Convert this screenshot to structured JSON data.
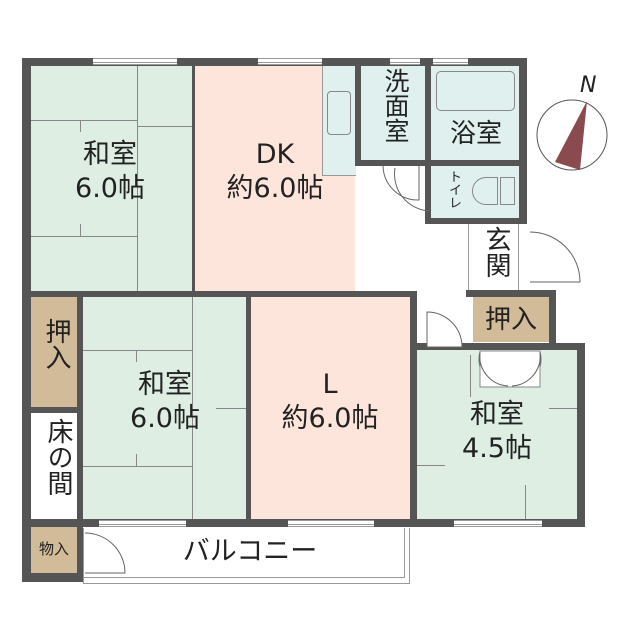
{
  "floorplan": {
    "rooms": [
      {
        "id": "washitsu-nw",
        "name": "和室",
        "size": "6.0帖",
        "type": "tatami"
      },
      {
        "id": "dk",
        "name": "DK",
        "size": "約6.0帖",
        "type": "wood"
      },
      {
        "id": "senmen",
        "name": "洗面室",
        "type": "wet"
      },
      {
        "id": "yokushitsu",
        "name": "浴室",
        "type": "wet"
      },
      {
        "id": "toilet",
        "name": "トイレ",
        "type": "wet"
      },
      {
        "id": "genkan",
        "name": "玄関",
        "type": "entry"
      },
      {
        "id": "oshiire-w",
        "name": "押入",
        "type": "closet"
      },
      {
        "id": "tokonoma",
        "name": "床の間",
        "type": "alcove"
      },
      {
        "id": "washitsu-sw",
        "name": "和室",
        "size": "6.0帖",
        "type": "tatami"
      },
      {
        "id": "living",
        "name": "L",
        "size": "約6.0帖",
        "type": "wood"
      },
      {
        "id": "oshiire-e",
        "name": "押入",
        "type": "closet"
      },
      {
        "id": "washitsu-e",
        "name": "和室",
        "size": "4.5帖",
        "type": "tatami"
      },
      {
        "id": "monoire",
        "name": "物入",
        "type": "closet"
      },
      {
        "id": "balcony",
        "name": "バルコニー",
        "type": "balcony"
      }
    ],
    "compass": {
      "label": "N",
      "needle_color": "#8b4a4e"
    },
    "colors": {
      "wall": "#555555",
      "tatami": "#deeee3",
      "wood": "#fde5dc",
      "wet": "#dff0ef",
      "closet": "#d2bb98"
    }
  }
}
